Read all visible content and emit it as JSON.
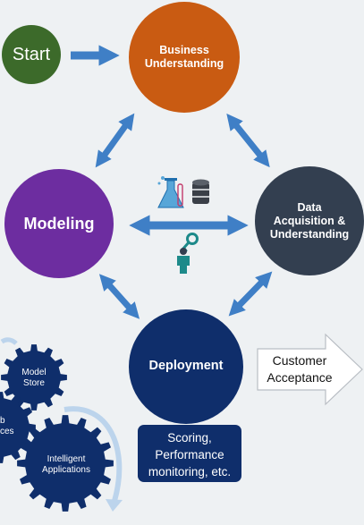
{
  "nodes": {
    "start": {
      "label": "Start",
      "color": "#3c6a2a"
    },
    "business": {
      "label": "Business Understanding",
      "color": "#c95b12"
    },
    "modeling": {
      "label": "Modeling",
      "color": "#6d2da0"
    },
    "data": {
      "label": "Data Acquisition & Understanding",
      "color": "#333f50"
    },
    "deployment": {
      "label": "Deployment",
      "color": "#0f2e6b"
    }
  },
  "customer_acceptance": {
    "label": "Customer Acceptance"
  },
  "scoring_box": {
    "label": "Scoring, Performance monitoring, etc.",
    "color": "#0f2e6b"
  },
  "gears": {
    "model_store": "Model Store",
    "web_services_partial": "b\nces",
    "intelligent_apps": "Intelligent Applications",
    "color": "#0f2e6b"
  },
  "colors": {
    "arrow": "#3f7fc6",
    "background": "#eef1f3",
    "icon_teal": "#1d8a8a",
    "icon_dark": "#333f50",
    "icon_blue": "#58a6d8",
    "curve": "#bcd4ec"
  },
  "icons": [
    "lab-flask-icon",
    "database-icon",
    "key-person-icon"
  ]
}
